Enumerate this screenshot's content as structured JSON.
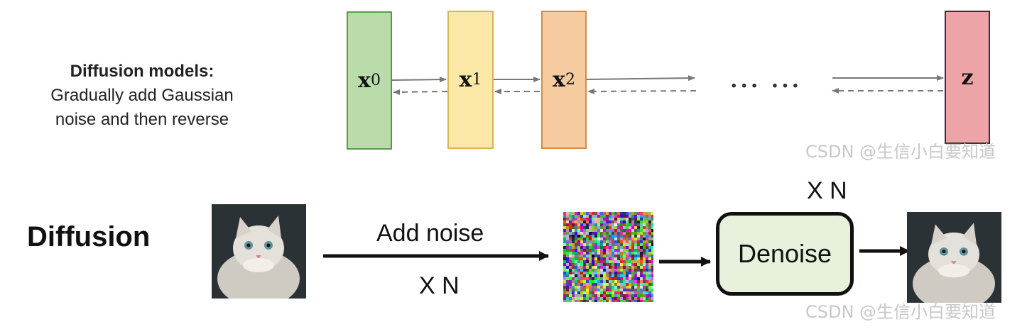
{
  "description": {
    "title": "Diffusion models:",
    "line1": "Gradually add Gaussian",
    "line2": "noise and then reverse"
  },
  "nodes": [
    {
      "var": "x",
      "sub": "0",
      "fill": "#b9dcaa",
      "border": "#5b9a4a"
    },
    {
      "var": "x",
      "sub": "1",
      "fill": "#fbe8a6",
      "border": "#d8b54e"
    },
    {
      "var": "x",
      "sub": "2",
      "fill": "#f7cba0",
      "border": "#d9893d"
    },
    {
      "var": "z",
      "sub": "",
      "fill": "#eca4a6",
      "border": "#333333"
    }
  ],
  "ellipsis": "... ...",
  "watermark": "CSDN @生信小白要知道",
  "diffusion": {
    "title": "Diffusion",
    "add_noise": "Add noise",
    "repeat_bottom": "X N",
    "repeat_top": "X N",
    "denoise": "Denoise"
  },
  "icons": [
    "cat-photo",
    "noise-image",
    "cat-photo"
  ]
}
